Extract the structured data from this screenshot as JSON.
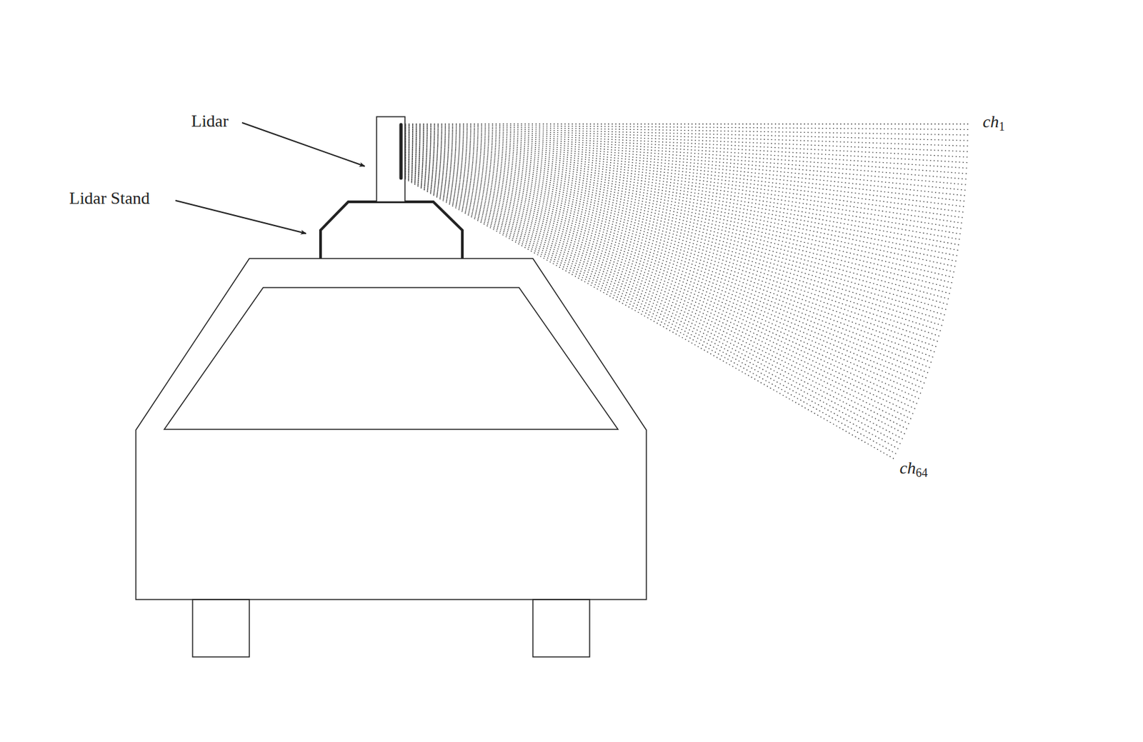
{
  "diagram": {
    "labels": [
      "Lidar",
      "Lidar Stand",
      "ch1",
      "ch64"
    ]
  }
}
